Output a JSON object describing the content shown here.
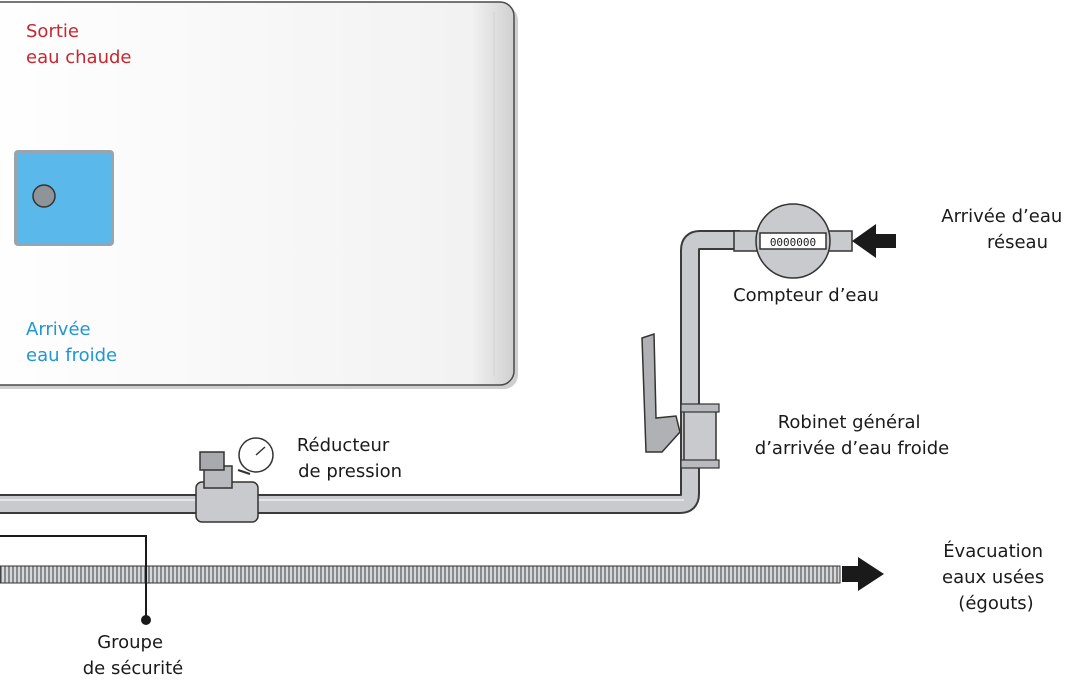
{
  "colors": {
    "hot": "#c8262f",
    "cold": "#2196d3",
    "text": "#1a1a1a",
    "pipe_fill": "#c9cacd",
    "pipe_stroke": "#3b3b3b",
    "tank_fill": "#ffffff",
    "panel_blue": "#5bb8ea"
  },
  "labels": {
    "hot_outlet": [
      "Sortie",
      "eau chaude"
    ],
    "cold_inlet": [
      "Arrivée",
      "eau froide"
    ],
    "mains_inlet": [
      "Arrivée d’eau",
      "réseau"
    ],
    "water_meter": [
      "Compteur d’eau"
    ],
    "main_valve": [
      "Robinet général",
      "d’arrivée d’eau froide"
    ],
    "pressure_reducer": [
      "Réducteur",
      "de pression"
    ],
    "drain": [
      "Évacuation",
      "eaux usées",
      "(égouts)"
    ],
    "safety_group": [
      "Groupe",
      "de sécurité"
    ]
  },
  "meter_display": "0000000",
  "icons": [
    "arrow-right-icon",
    "arrow-left-icon",
    "pressure-gauge-icon",
    "valve-handle-icon"
  ]
}
